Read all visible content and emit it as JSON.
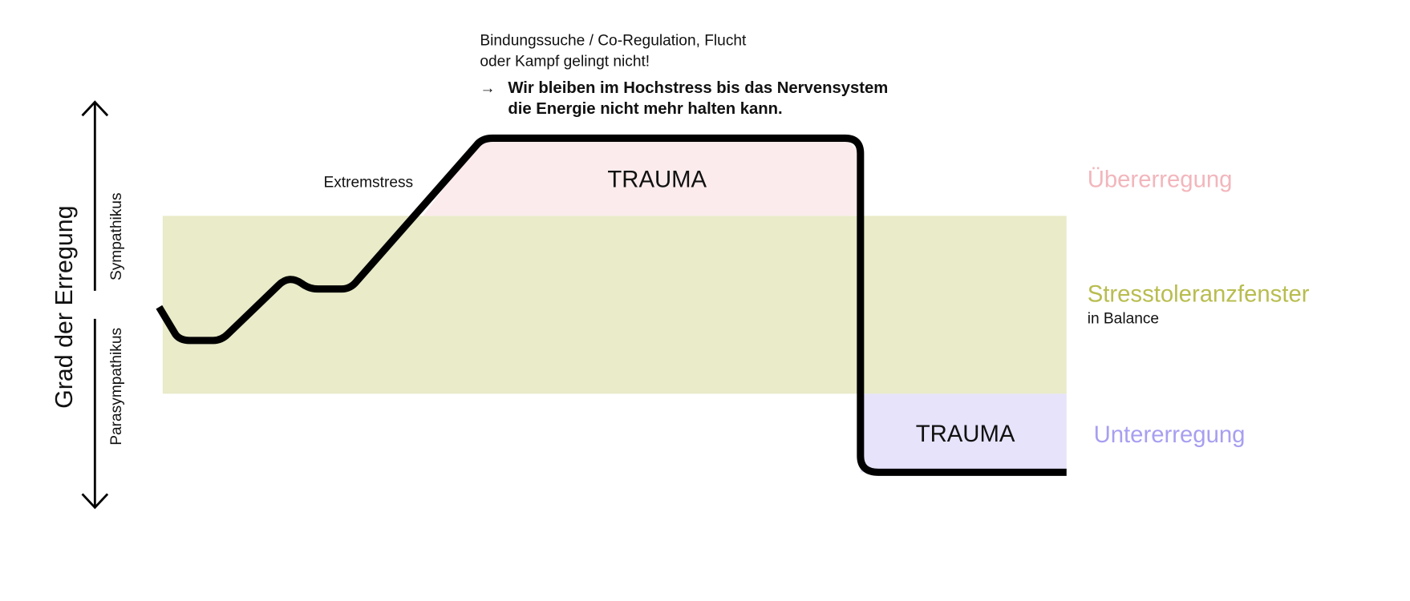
{
  "axis": {
    "title": "Grad der Erregung",
    "upper_label": "Sympathikus",
    "lower_label": "Parasympathikus"
  },
  "annotation": {
    "line1": "Bindungssuche / Co-Regulation, Flucht",
    "line2": "oder Kampf gelingt nicht!",
    "arrow": "→",
    "bold_line1": "Wir bleiben im Hochstress bis das Nervensystem",
    "bold_line2": "die Energie nicht mehr halten kann."
  },
  "curve_label": "Extremstress",
  "zones": {
    "upper": {
      "inner_label": "TRAUMA",
      "side_label": "Übererregung",
      "color": "#f2b6bc",
      "fill": "#fbebec"
    },
    "middle": {
      "side_label": "Stresstoleranzfenster",
      "sub_label": "in Balance",
      "color": "#b8bd4f",
      "fill": "#e9ebc9"
    },
    "lower": {
      "inner_label": "TRAUMA",
      "side_label": "Untererregung",
      "color": "#a79ff0",
      "fill": "#e6e3fa"
    }
  }
}
